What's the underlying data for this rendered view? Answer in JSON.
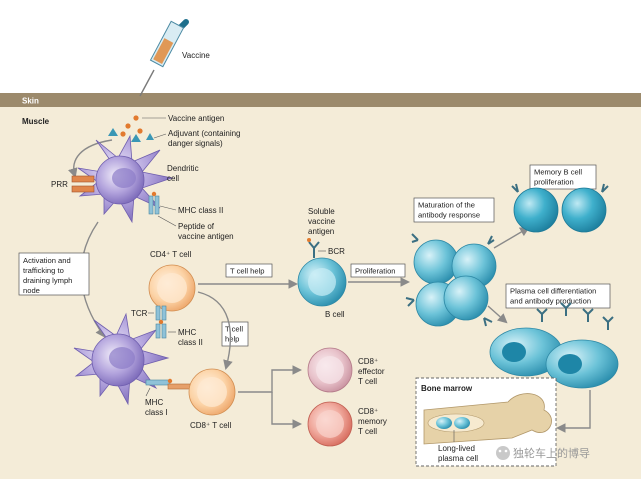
{
  "labels": {
    "vaccine": "Vaccine",
    "skin": "Skin",
    "muscle": "Muscle",
    "vaccine_antigen": "Vaccine antigen",
    "adjuvant_l1": "Adjuvant (containing",
    "adjuvant_l2": "danger signals)",
    "dendritic_l1": "Dendritic",
    "dendritic_l2": "cell",
    "prr": "PRR",
    "mhc_class_ii": "MHC class II",
    "peptide_l1": "Peptide of",
    "peptide_l2": "vaccine antigen",
    "activation_l1": "Activation and",
    "activation_l2": "trafficking to",
    "activation_l3": "draining lymph",
    "activation_l4": "node",
    "cd4_t_cell": "CD4⁺ T cell",
    "t_cell_help": "T cell help",
    "t_cell_help_l1": "T cell",
    "t_cell_help_l2": "help",
    "tcr": "TCR",
    "mhc_l1": "MHC",
    "mhc_l2": "class II",
    "mhc_class_i_l1": "MHC",
    "mhc_class_i_l2": "class I",
    "cd8_t_cell": "CD8⁺ T cell",
    "soluble_l1": "Soluble",
    "soluble_l2": "vaccine",
    "soluble_l3": "antigen",
    "bcr": "BCR",
    "b_cell": "B cell",
    "proliferation": "Proliferation",
    "maturation_l1": "Maturation of the",
    "maturation_l2": "antibody response",
    "memory_b_l1": "Memory B cell",
    "memory_b_l2": "proliferation",
    "plasma_l1": "Plasma cell differentiation",
    "plasma_l2": "and antibody production",
    "cd8_eff_l1": "CD8⁺",
    "cd8_eff_l2": "effector",
    "cd8_eff_l3": "T cell",
    "cd8_mem_l1": "CD8⁺",
    "cd8_mem_l2": "memory",
    "cd8_mem_l3": "T cell",
    "bone_marrow": "Bone marrow",
    "long_lived_l1": "Long-lived",
    "long_lived_l2": "plasma cell",
    "watermark": "独轮车上的博导"
  }
}
